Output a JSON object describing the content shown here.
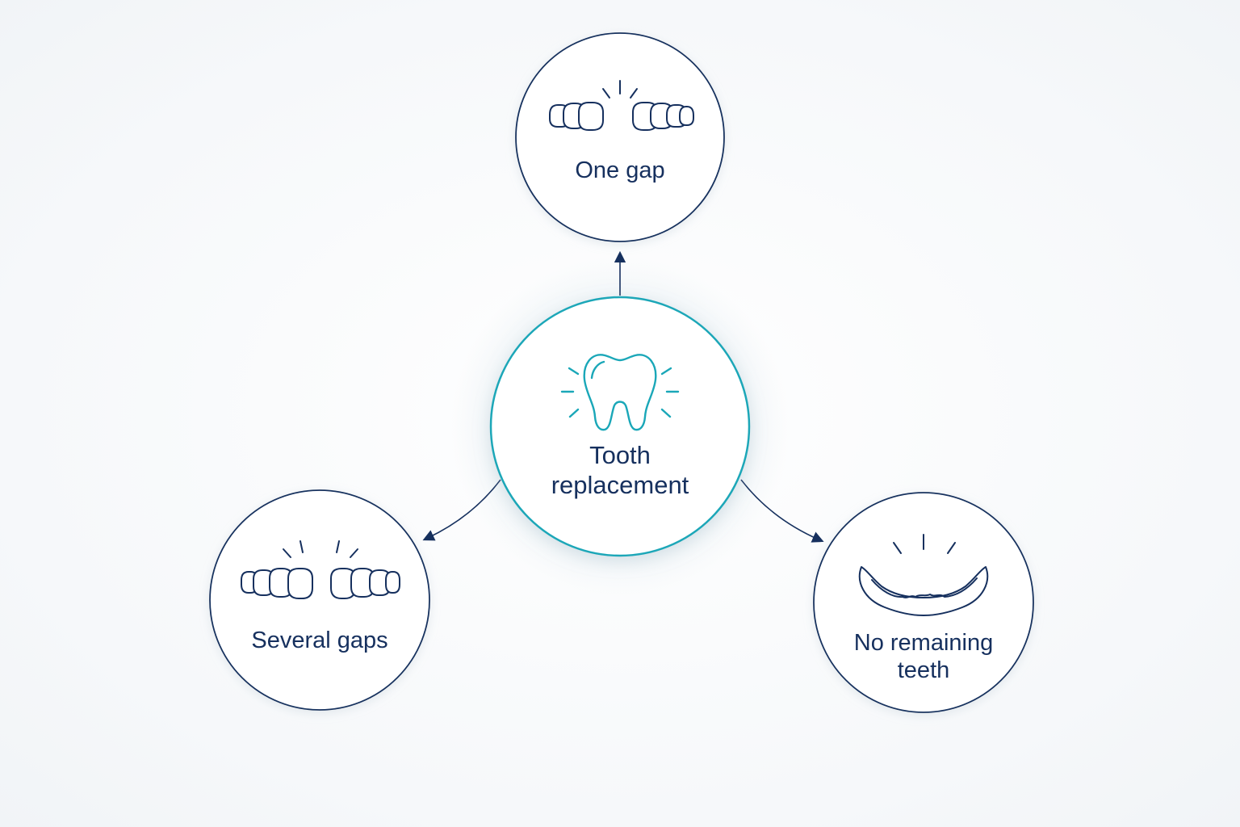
{
  "diagram": {
    "center": {
      "title_line1": "Tooth",
      "title_line2": "replacement",
      "icon": "tooth-icon"
    },
    "branches": [
      {
        "id": "one-gap",
        "label": "One gap",
        "icon": "teeth-one-gap-icon"
      },
      {
        "id": "several-gaps",
        "label": "Several gaps",
        "icon": "teeth-several-gaps-icon"
      },
      {
        "id": "no-teeth",
        "label_line1": "No remaining",
        "label_line2": "teeth",
        "icon": "toothless-gum-icon"
      }
    ]
  },
  "colors": {
    "accent": "#1aa7b8",
    "navy": "#16305e",
    "background": "#f6f8fa"
  }
}
